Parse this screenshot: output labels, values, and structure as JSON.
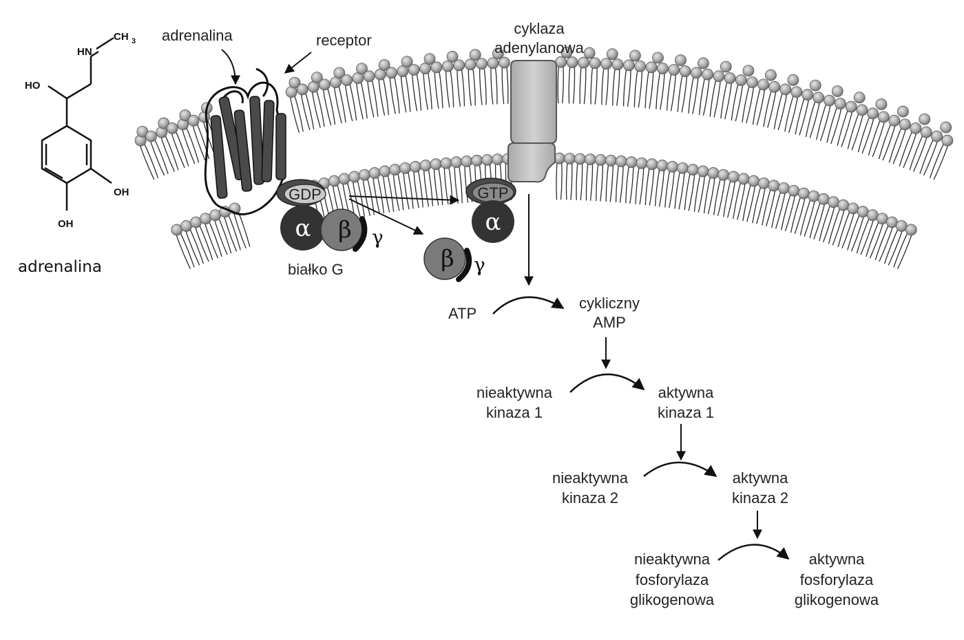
{
  "molecule": {
    "name": "adrenalina",
    "groups": {
      "amine": "HN",
      "methyl": "CH",
      "methyl_sub": "3",
      "hydroxyl_side": "HO",
      "hydroxyl_ring_right": "OH",
      "hydroxyl_ring_bottom": "OH"
    }
  },
  "membrane_labels": {
    "hormone": "adrenalina",
    "receptor": "receptor",
    "enzyme_line1": "cyklaza",
    "enzyme_line2": "adenylanowa"
  },
  "g_protein": {
    "label": "białko G",
    "gdp": "GDP",
    "gtp": "GTP",
    "alpha": "α",
    "beta": "β",
    "gamma": "γ"
  },
  "cascade": {
    "atp": "ATP",
    "camp_line1": "cykliczny",
    "camp_line2": "AMP",
    "kinase1_inactive_line1": "nieaktywna",
    "kinase1_inactive_line2": "kinaza 1",
    "kinase1_active_line1": "aktywna",
    "kinase1_active_line2": "kinaza 1",
    "kinase2_inactive_line1": "nieaktywna",
    "kinase2_inactive_line2": "kinaza 2",
    "kinase2_active_line1": "aktywna",
    "kinase2_active_line2": "kinaza 2",
    "phosphorylase_inactive_line1": "nieaktywna",
    "phosphorylase_inactive_line2": "fosforylaza",
    "phosphorylase_inactive_line3": "glikogenowa",
    "phosphorylase_active_line1": "aktywna",
    "phosphorylase_active_line2": "fosforylaza",
    "phosphorylase_active_line3": "glikogenowa"
  },
  "colors": {
    "phospholipid_head": "#a8a8a8",
    "receptor": "#4a4a4a",
    "adenylate_cyclase": "#bdbdbd",
    "alpha_subunit": "#333333",
    "beta_subunit": "#7a7a7a",
    "gdp_badge": "#c9c9c9",
    "gtp_badge": "#8a8a8a"
  }
}
